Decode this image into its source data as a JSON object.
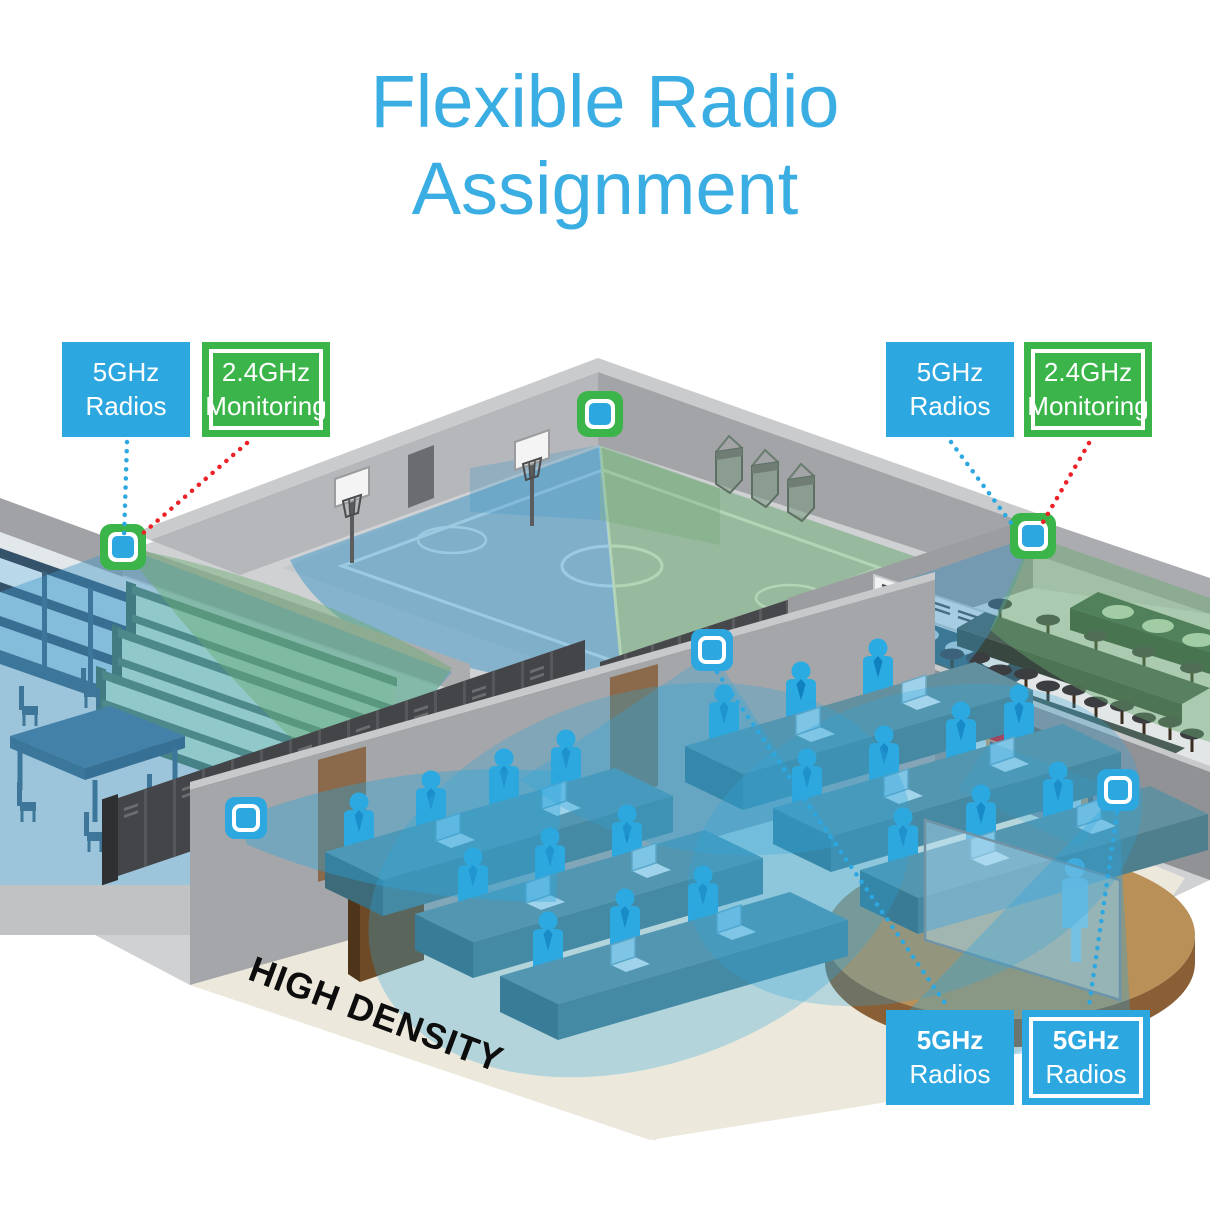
{
  "title": {
    "line1": "Flexible Radio",
    "line2": "Assignment"
  },
  "callouts": {
    "library_5ghz": {
      "line1": "5GHz",
      "line2": "Radios"
    },
    "library_monitor": {
      "line1": "2.4GHz",
      "line2": "Monitoring"
    },
    "cafeteria_5ghz": {
      "line1": "5GHz",
      "line2": "Radios"
    },
    "cafeteria_monitor": {
      "line1": "2.4GHz",
      "line2": "Monitoring"
    },
    "lecture_5ghz_a": {
      "line1": "5GHz",
      "line2": "Radios"
    },
    "lecture_5ghz_b": {
      "line1": "5GHz",
      "line2": "Radios"
    }
  },
  "floor_label": "HIGH DENSITY",
  "colors": {
    "title_blue": "#3aade3",
    "accent_blue": "#2da7e0",
    "accent_green": "#3bb54a",
    "alert_red": "#ec2127",
    "coverage_blue": "rgba(45,165,220,0.38)",
    "coverage_green": "rgba(105,170,110,0.45)"
  },
  "rooms": [
    "library",
    "gymnasium",
    "cafeteria",
    "high-density-lecture-hall"
  ],
  "access_points": [
    {
      "id": "library-ap",
      "mode": "5ghz-radios-with-2.4ghz-monitoring"
    },
    {
      "id": "gym-ap",
      "mode": "5ghz-radios-with-2.4ghz-monitoring"
    },
    {
      "id": "cafeteria-ap",
      "mode": "5ghz-radios-with-2.4ghz-monitoring"
    },
    {
      "id": "lecture-wall-ap",
      "mode": "5ghz-radios"
    },
    {
      "id": "lecture-ceiling-ap",
      "mode": "5ghz-radios"
    },
    {
      "id": "lecture-right-ap",
      "mode": "5ghz-radios"
    }
  ]
}
